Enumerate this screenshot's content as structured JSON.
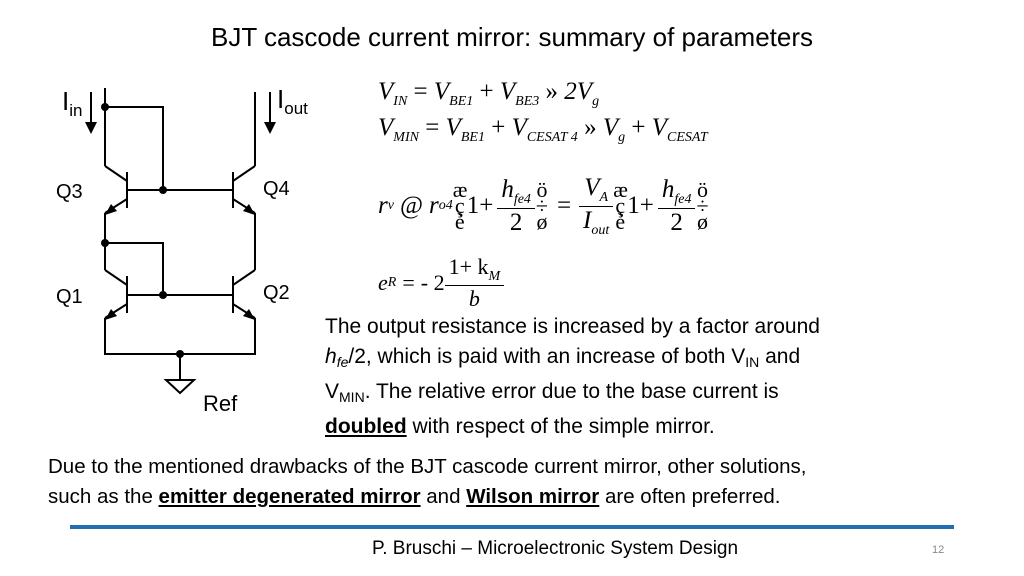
{
  "slide": {
    "title": "BJT cascode current mirror: summary of parameters",
    "page_number": "12",
    "footer": "P. Bruschi – Microelectronic System Design",
    "accent_color": "#1f6fb2"
  },
  "circuit": {
    "labels": {
      "iin_main": "I",
      "iin_sub": "in",
      "iout_main": "I",
      "iout_sub": "out",
      "q1": "Q1",
      "q2": "Q2",
      "q3": "Q3",
      "q4": "Q4",
      "ref": "Ref"
    }
  },
  "equations": {
    "vin": {
      "lhs": "V",
      "lhs_sub": "IN",
      "eq": "=",
      "t1": "V",
      "t1_sub": "BE1",
      "plus": "+",
      "t2": "V",
      "t2_sub": "BE3",
      "approx": "»",
      "rhs_coef": "2V",
      "rhs_sub": "g"
    },
    "vmin": {
      "lhs": "V",
      "lhs_sub": "MIN",
      "eq": "=",
      "t1": "V",
      "t1_sub": "BE1",
      "plus": "+",
      "t2": "V",
      "t2_sub": "CESAT 4",
      "approx": "»",
      "r1": "V",
      "r1_sub": "g",
      "plus2": "+",
      "r2": "V",
      "r2_sub": "CESAT"
    },
    "rout": {
      "lhs": "r",
      "lhs_sub": "v",
      "approx": "@",
      "ro": "r",
      "ro_sub": "o4",
      "paren_open_glyphs": "æ\nç\nè",
      "one_plus": "1+",
      "hfe": "h",
      "hfe_sub": "fe4",
      "den": "2",
      "paren_close_glyphs": "ö\n÷\nø",
      "eq": "=",
      "va": "V",
      "va_sub": "A",
      "iout": "I",
      "iout_sub": "out"
    },
    "error": {
      "lhs": "e",
      "lhs_sub": "R",
      "eq": "=",
      "coef": "- 2",
      "num": "1+ k",
      "num_sub": "M",
      "den": "b"
    }
  },
  "description": {
    "line1": "The output resistance is increased by a factor around",
    "line2_hfe": "h",
    "line2_hfe_sub": "fe",
    "line2_rest": "/2, which is paid with an increase of both V",
    "line2_sub": "IN",
    "line2_end": " and",
    "line3_v": "V",
    "line3_sub": "MIN",
    "line3_rest": ". The relative error due to the base current is",
    "line4_bold": "doubled",
    "line4_rest": " with respect of the simple mirror."
  },
  "conclusion": {
    "line1": "Due to the mentioned drawbacks of the BJT cascode current mirror, other solutions,",
    "line2_start": "such as the ",
    "link1": "emitter degenerated mirror",
    "line2_mid": " and ",
    "link2": "Wilson mirror",
    "line2_end": " are often preferred."
  }
}
